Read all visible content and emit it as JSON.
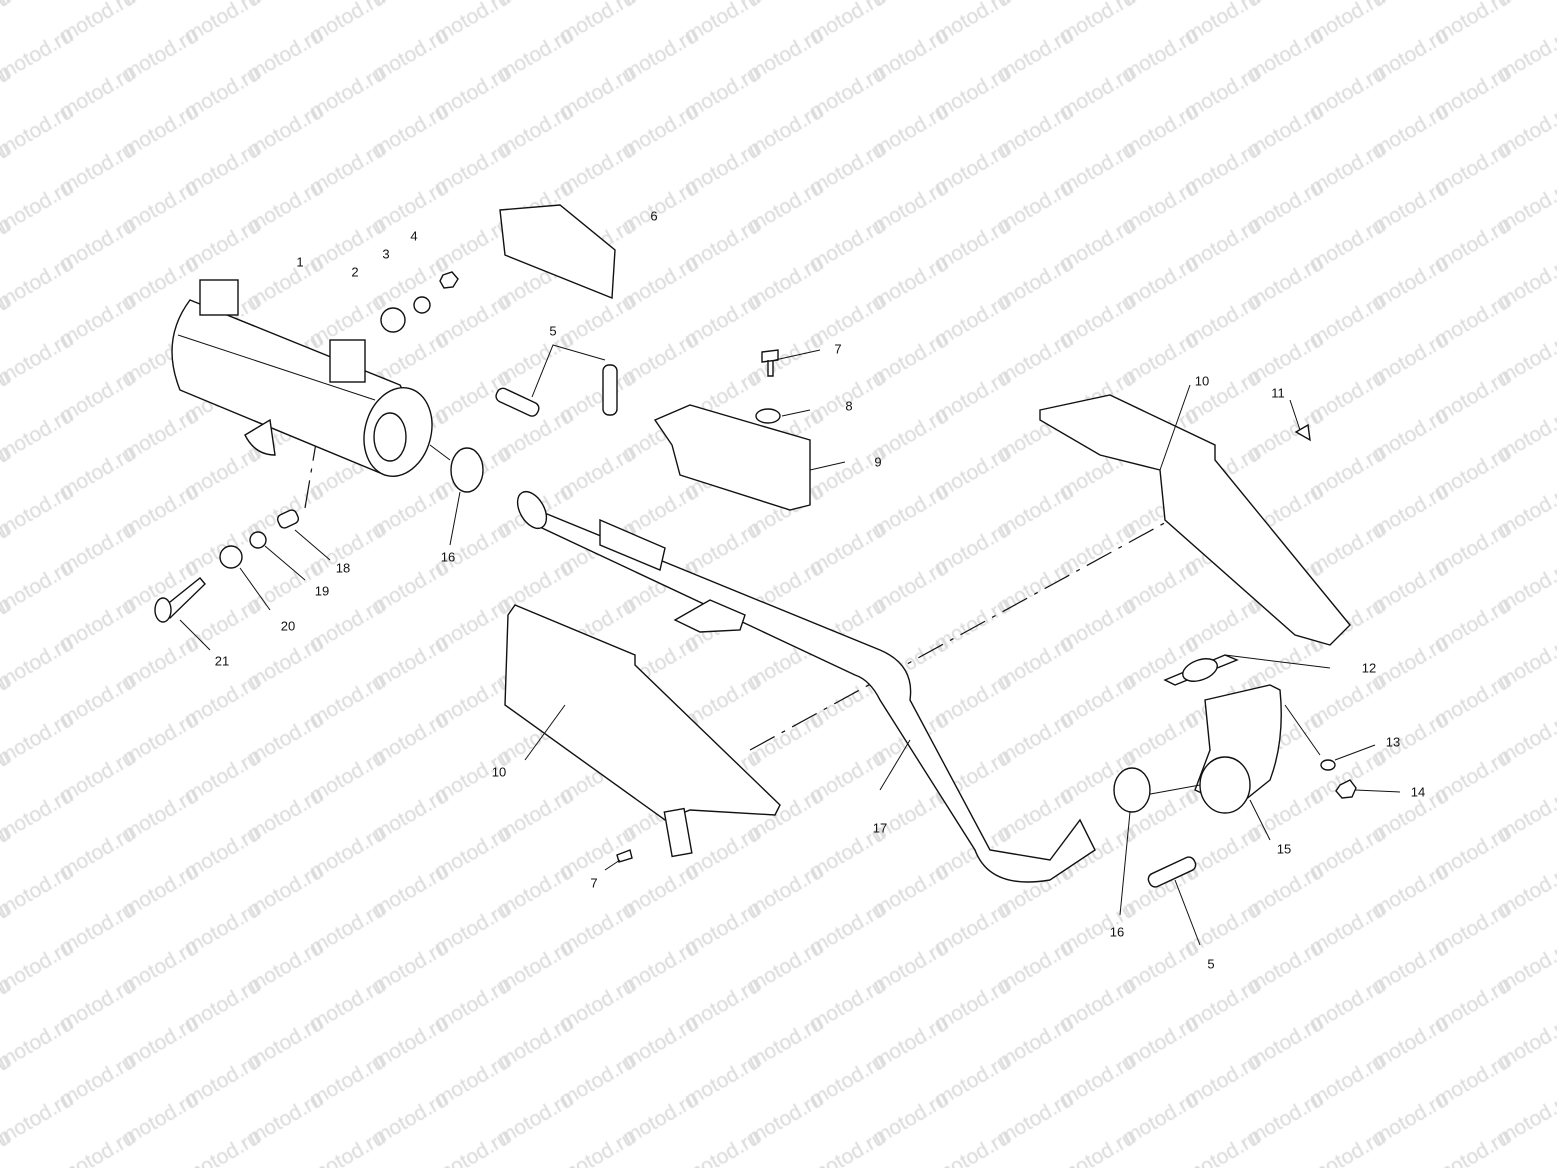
{
  "watermark": "motod.ru",
  "callouts": [
    "1",
    "2",
    "3",
    "4",
    "5",
    "6",
    "7",
    "8",
    "9",
    "10",
    "11",
    "12",
    "13",
    "14",
    "15",
    "16",
    "17",
    "18",
    "19",
    "20",
    "21",
    "10",
    "7",
    "16",
    "5"
  ]
}
